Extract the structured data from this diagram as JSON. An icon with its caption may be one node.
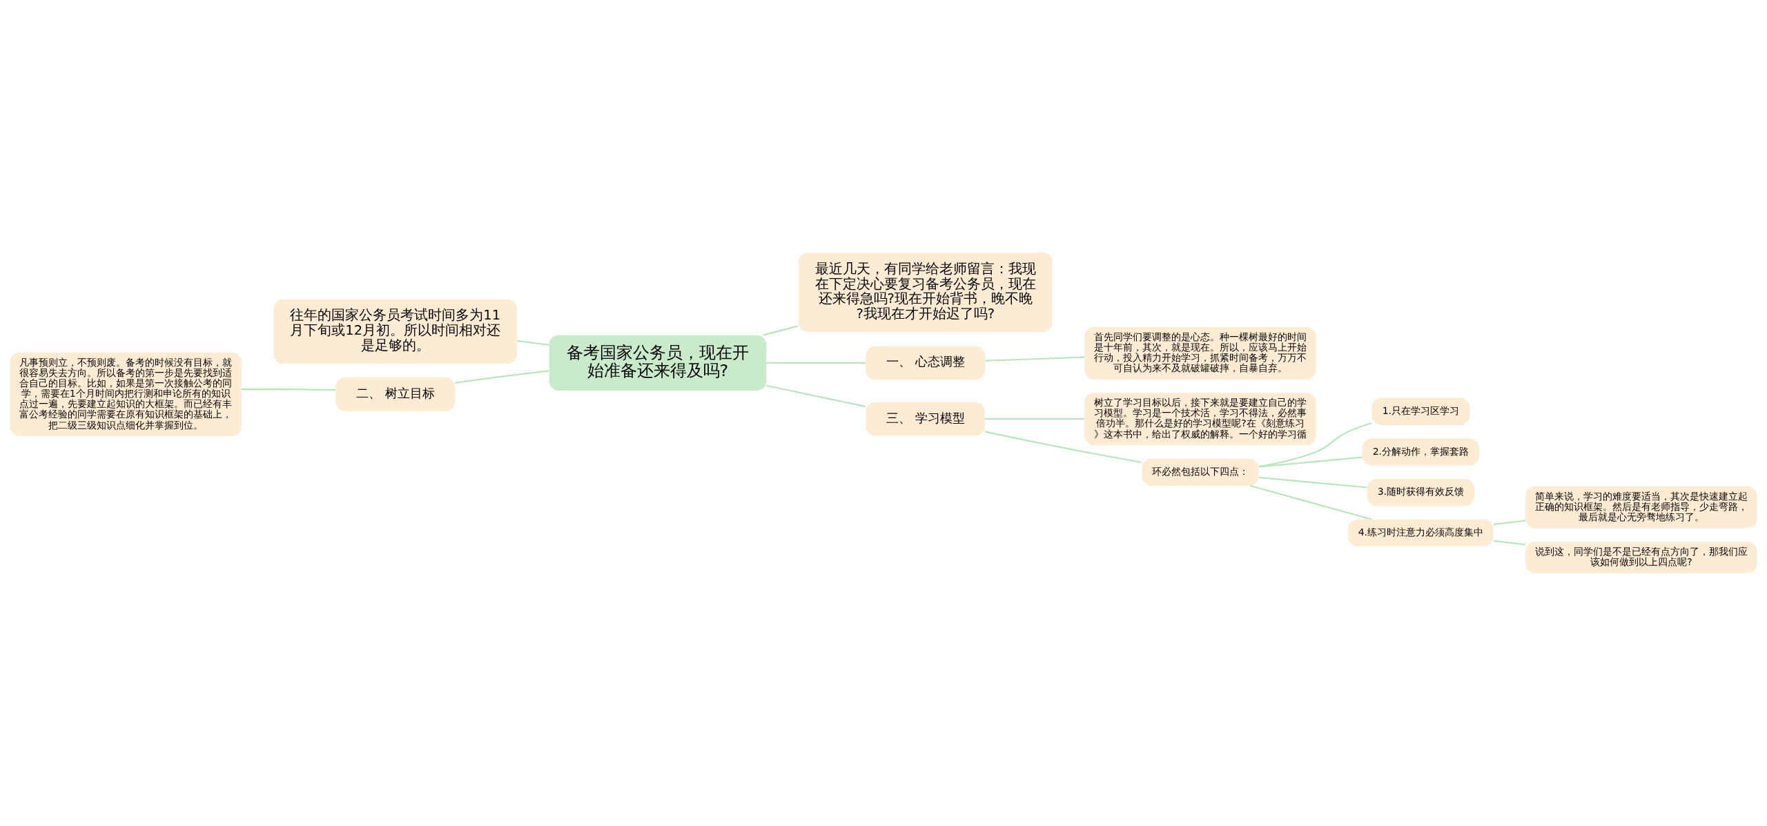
{
  "diagram": {
    "nodes": [
      {
        "text": [
          "备考国家公务员，现在开始准备还来得及吗?"
        ]
      },
      {
        "text": [
          "最近几天，有同学给老师留言：我现在下定决心要复习备考公务员，现在还来得急吗?现在开始背书，晚不晚?我现在才开始迟了吗?"
        ]
      },
      {
        "text": [
          "往年的国家公务员考试时间多为11月下旬或12月初。所以时间相对还是足够的。"
        ]
      },
      {
        "text": [
          "一、 心态调整"
        ]
      },
      {
        "text": [
          "首先同学们要调整的是心态。种一棵树最好的时间是十年前，其次，就是现在。所以，应该马上开始行动，投入精力开始学习，抓紧时间备考，万万不可自认为来不及就破罐破摔，自暴自弃。"
        ]
      },
      {
        "text": [
          "二、 树立目标"
        ]
      },
      {
        "text": [
          "凡事预则立，不预则废。备考的时候没有目标，就很容易失去方向。所以备考的第一步是先要找到适合自己的目标。比如，如果是第一次接触公考的同学，需要在1个月时间内把行测和申论所有的知识点过一遍，先要建立起知识的大框架。而已经有丰富公考经验的同学需要在原有知识框架的基础上，把二级三级知识点细化并掌握到位。"
        ]
      },
      {
        "text": [
          "三、 学习模型"
        ]
      },
      {
        "text": [
          "树立了学习目标以后，接下来就是要建立自己的学习模型。学习是一个技术活，学习不得法，必然事倍功半。那什么是好的学习模型呢?在《刻意练习》这本书中，给出了权威的解释。一个好的学习循"
        ]
      },
      {
        "text": [
          "环必然包括以下四点："
        ]
      },
      {
        "text": [
          "1.只在学习区学习"
        ]
      },
      {
        "text": [
          "2.分解动作，掌握套路"
        ]
      },
      {
        "text": [
          "3.随时获得有效反馈"
        ]
      },
      {
        "text": [
          "4.练习时注意力必须高度集中"
        ]
      },
      {
        "text": [
          "简单来说，学习的难度要适当，其次是快速建立起正确的知识框架。然后是有老师指导，少走弯路，最后就是心无旁骛地练习了。"
        ]
      },
      {
        "text": [
          "说到这，同学们是不是已经有点方向了，那我们应该如何做到以上四点呢?"
        ]
      }
    ],
    "edges": [
      {
        "from": 0,
        "to": 1,
        "arrow": "none"
      },
      {
        "from": 0,
        "to": 2,
        "arrow": "none"
      },
      {
        "from": 0,
        "to": 3,
        "arrow": "none"
      },
      {
        "from": 3,
        "to": 4,
        "arrow": "none"
      },
      {
        "from": 0,
        "to": 5,
        "arrow": "none"
      },
      {
        "from": 5,
        "to": 6,
        "arrow": "none"
      },
      {
        "from": 0,
        "to": 7,
        "arrow": "none"
      },
      {
        "from": 7,
        "to": 8,
        "arrow": "none"
      },
      {
        "from": 7,
        "to": 9,
        "arrow": "none"
      },
      {
        "from": 9,
        "to": 10,
        "arrow": "none"
      },
      {
        "from": 9,
        "to": 11,
        "arrow": "none"
      },
      {
        "from": 9,
        "to": 12,
        "arrow": "none"
      },
      {
        "from": 9,
        "to": 13,
        "arrow": "none"
      },
      {
        "from": 13,
        "to": 14,
        "arrow": "none"
      },
      {
        "from": 13,
        "to": 15,
        "arrow": "none"
      }
    ]
  }
}
